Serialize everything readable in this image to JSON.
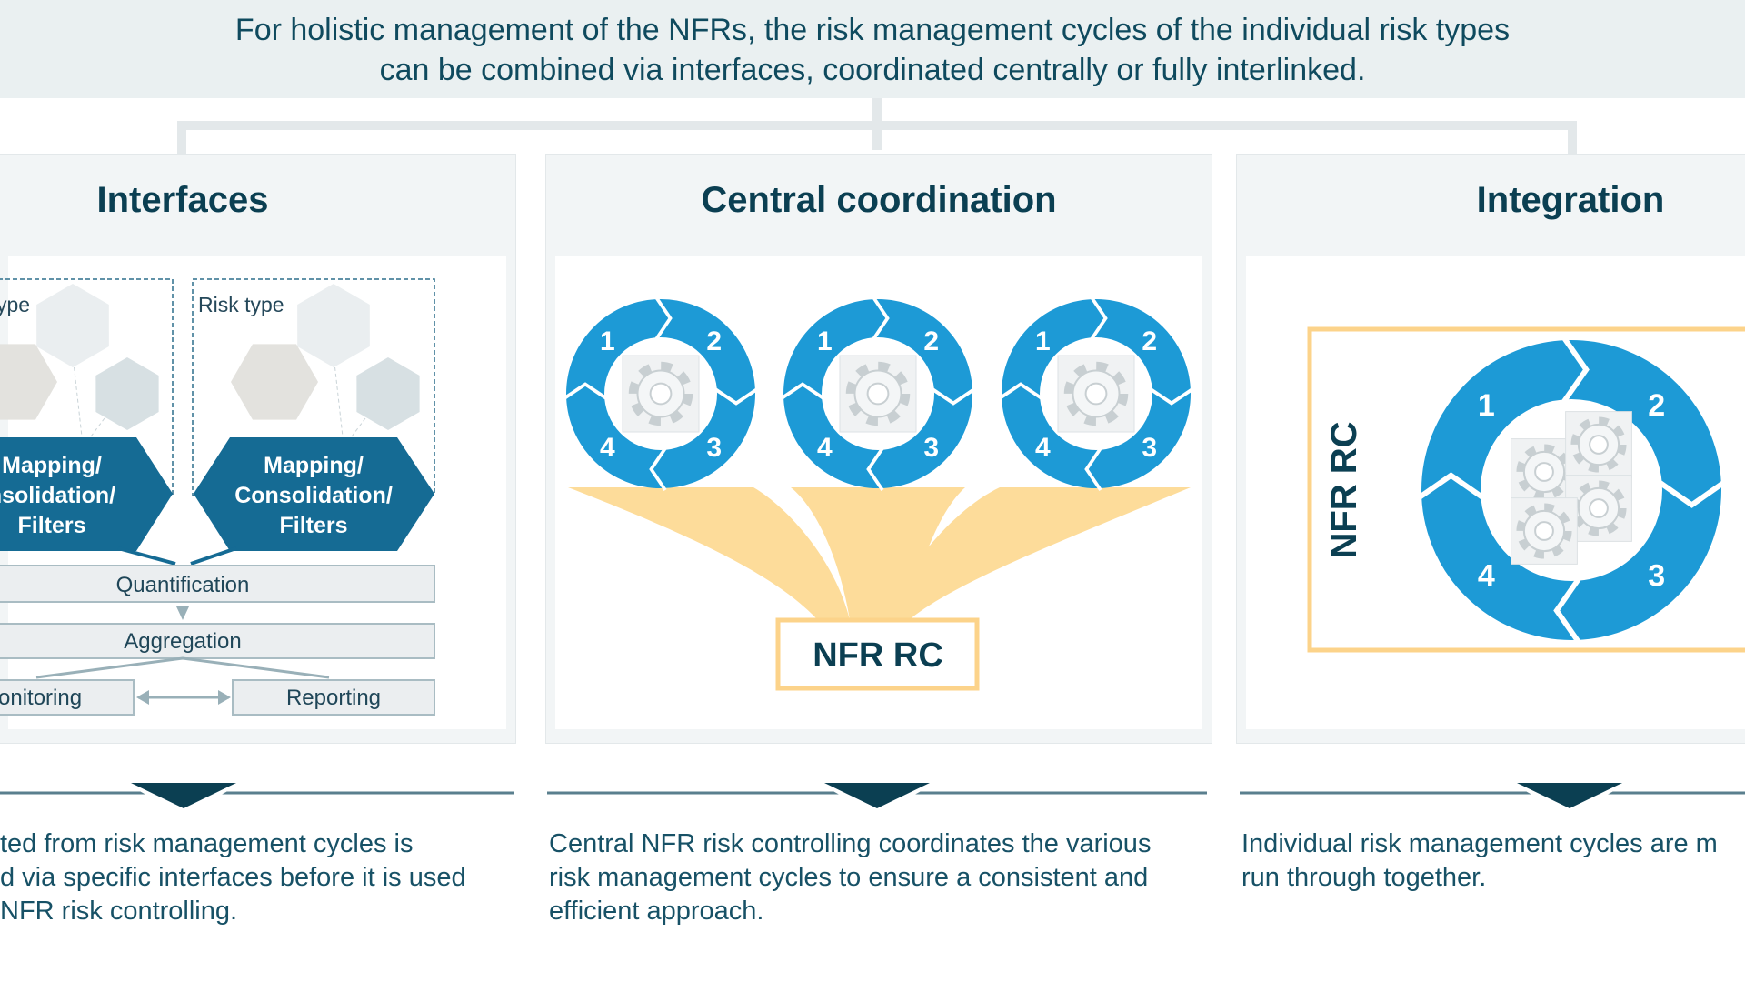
{
  "banner": {
    "line1": "For holistic management of the NFRs, the risk management cycles of the individual risk types",
    "line2": "can be combined via interfaces, coordinated centrally or fully interlinked."
  },
  "panels": [
    {
      "title": "Interfaces",
      "risk_type_labels": [
        "ype",
        "Risk type"
      ],
      "mapping_left": [
        "Mapping/",
        "nsolidation/",
        "Filters"
      ],
      "mapping_right": [
        "Mapping/",
        "Consolidation/",
        "Filters"
      ],
      "steps": {
        "quantification": "Quantification",
        "aggregation": "Aggregation",
        "monitoring": "onitoring",
        "reporting": "Reporting"
      },
      "description": [
        "ted from risk management cycles is",
        "d via specific interfaces before it is used",
        "NFR risk controlling."
      ]
    },
    {
      "title": "Central coordination",
      "cycle_numbers": [
        "1",
        "2",
        "3",
        "4"
      ],
      "hub_label": "NFR RC",
      "description": [
        "Central NFR risk controlling coordinates the various",
        "risk management cycles to ensure a consistent and",
        "efficient approach."
      ]
    },
    {
      "title": "Integration",
      "cycle_numbers": [
        "1",
        "2",
        "3",
        "4"
      ],
      "frame_label": "NFR RC",
      "description": [
        "Individual risk management cycles are m",
        "run through together."
      ]
    }
  ],
  "colors": {
    "cycle_blue": "#1d9ad6",
    "mapping_blue": "#156b94",
    "dark_navy": "#0b3f52",
    "funnel_yellow": "#fddc9a",
    "frame_orange": "#fcd38a",
    "banner_bg": "#eaf0f1"
  },
  "icons": [
    "gear-icon",
    "hexagon-shape",
    "arrow-down-icon"
  ]
}
